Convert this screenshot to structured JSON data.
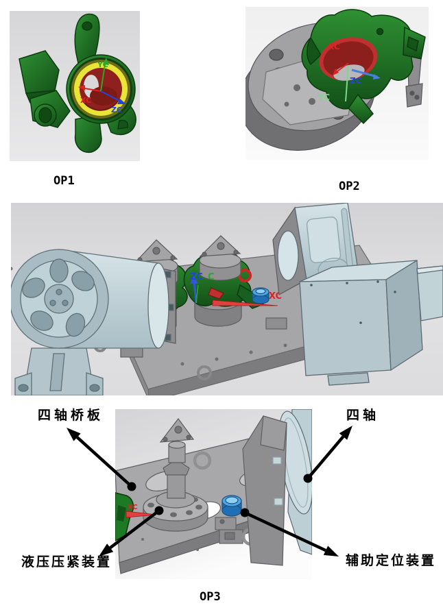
{
  "captions": {
    "op1": "OP1",
    "op2": "OP2",
    "op3": "OP3"
  },
  "callouts": {
    "bridge_plate": "四轴桥板",
    "fourth_axis": "四轴",
    "hydraulic_clamp": "液压压紧装置",
    "aux_locator": "辅助定位装置"
  },
  "axis_labels": {
    "xc": "XC",
    "yc": "YC",
    "zc": "ZC",
    "c": "C"
  },
  "colors": {
    "part_green": "#1e7c26",
    "part_green_dark": "#0d4212",
    "ring_yellow": "#e9e435",
    "bore_red": "#8e211d",
    "fixture_gray": "#9c9c9e",
    "plate_gray": "#a6a6a8",
    "machine_blue": "#c9dbe0",
    "locator_blue": "#2f8fd4",
    "axis_x": "#dd2222",
    "axis_y": "#2aa82a",
    "axis_z": "#2244dd",
    "callout_black": "#000000",
    "cad_background": "#d8d8da"
  }
}
